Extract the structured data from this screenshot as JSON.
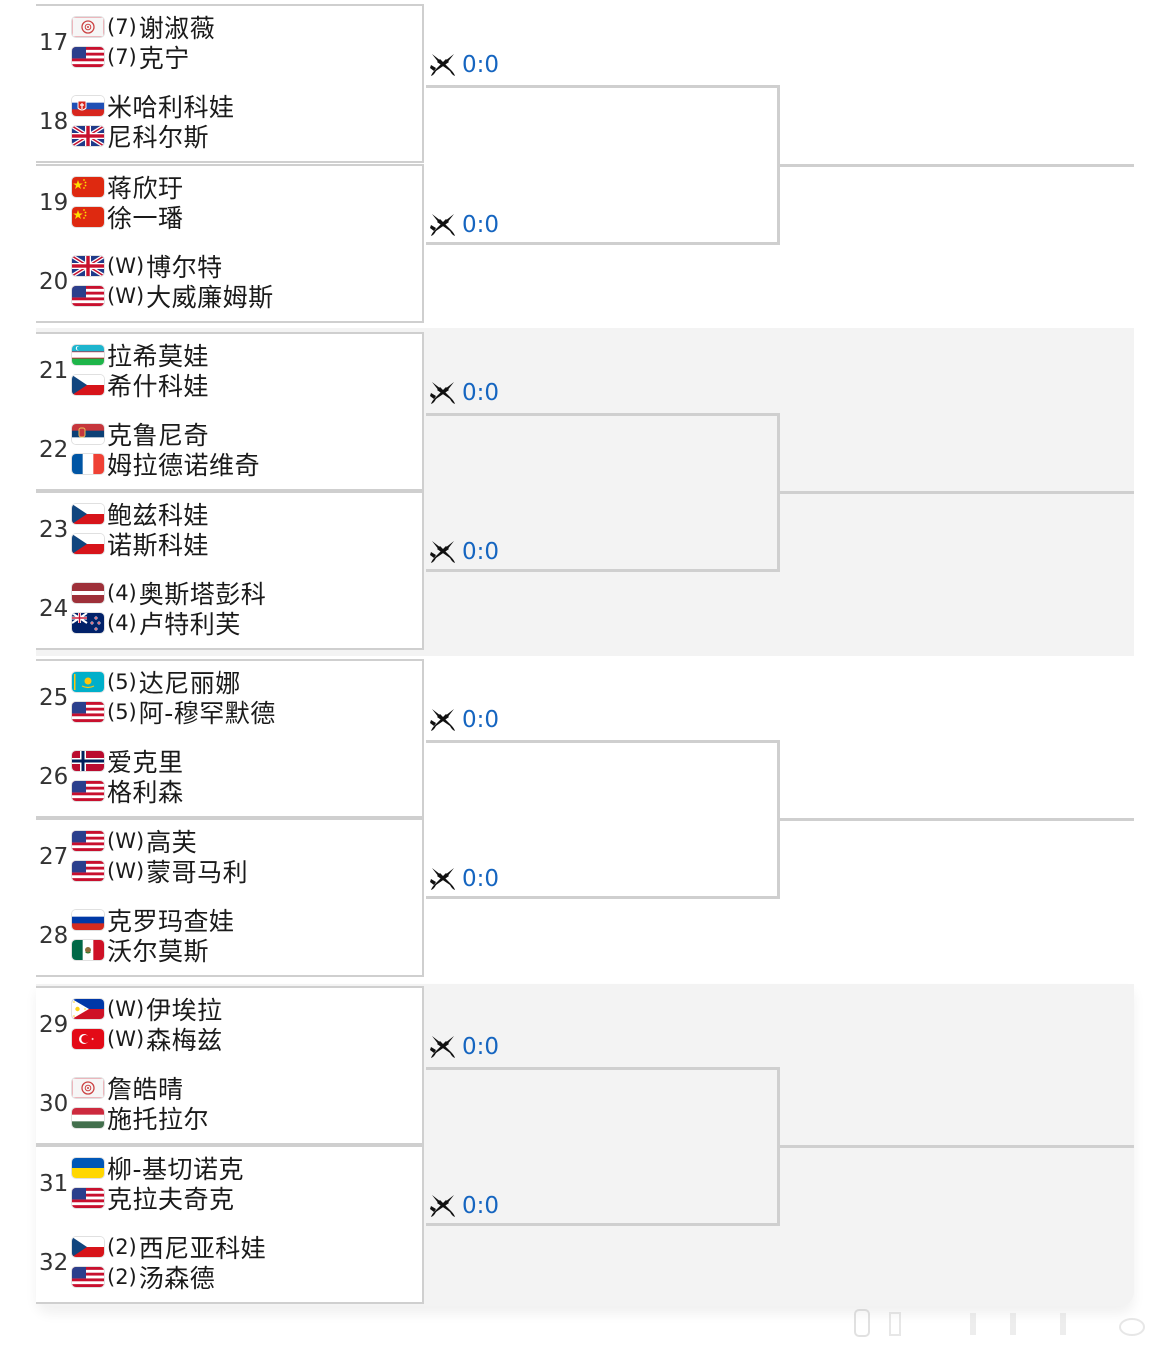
{
  "flag_colors": {
    "red": "#de2910",
    "white": "#ffffff",
    "blue": "#1a3b8b",
    "accent": "#1565c0"
  },
  "matches": [
    {
      "top": {
        "num": "17",
        "players": [
          {
            "flag": "tw",
            "seed": "(7)",
            "name": "谢淑薇"
          },
          {
            "flag": "us",
            "seed": "(7)",
            "name": "克宁"
          }
        ]
      },
      "bottom": {
        "num": "18",
        "players": [
          {
            "flag": "sk",
            "seed": "",
            "name": "米哈利科娃"
          },
          {
            "flag": "gb",
            "seed": "",
            "name": "尼科尔斯"
          }
        ]
      }
    },
    {
      "top": {
        "num": "19",
        "players": [
          {
            "flag": "cn",
            "seed": "",
            "name": "蒋欣玗"
          },
          {
            "flag": "cn",
            "seed": "",
            "name": "徐一璠"
          }
        ]
      },
      "bottom": {
        "num": "20",
        "players": [
          {
            "flag": "gb",
            "seed": "(W)",
            "name": "博尔特"
          },
          {
            "flag": "us",
            "seed": "(W)",
            "name": "大威廉姆斯"
          }
        ]
      }
    },
    {
      "top": {
        "num": "21",
        "players": [
          {
            "flag": "uz",
            "seed": "",
            "name": "拉希莫娃"
          },
          {
            "flag": "cz",
            "seed": "",
            "name": "希什科娃"
          }
        ]
      },
      "bottom": {
        "num": "22",
        "players": [
          {
            "flag": "rs",
            "seed": "",
            "name": "克鲁尼奇"
          },
          {
            "flag": "fr",
            "seed": "",
            "name": "姆拉德诺维奇"
          }
        ]
      }
    },
    {
      "top": {
        "num": "23",
        "players": [
          {
            "flag": "cz",
            "seed": "",
            "name": "鲍兹科娃"
          },
          {
            "flag": "cz",
            "seed": "",
            "name": "诺斯科娃"
          }
        ]
      },
      "bottom": {
        "num": "24",
        "players": [
          {
            "flag": "lv",
            "seed": "(4)",
            "name": "奥斯塔彭科"
          },
          {
            "flag": "nz",
            "seed": "(4)",
            "name": "卢特利芙"
          }
        ]
      }
    },
    {
      "top": {
        "num": "25",
        "players": [
          {
            "flag": "kz",
            "seed": "(5)",
            "name": "达尼丽娜"
          },
          {
            "flag": "us",
            "seed": "(5)",
            "name": "阿-穆罕默德"
          }
        ]
      },
      "bottom": {
        "num": "26",
        "players": [
          {
            "flag": "no",
            "seed": "",
            "name": "爱克里"
          },
          {
            "flag": "us",
            "seed": "",
            "name": "格利森"
          }
        ]
      }
    },
    {
      "top": {
        "num": "27",
        "players": [
          {
            "flag": "us",
            "seed": "(W)",
            "name": "高芙"
          },
          {
            "flag": "us",
            "seed": "(W)",
            "name": "蒙哥马利"
          }
        ]
      },
      "bottom": {
        "num": "28",
        "players": [
          {
            "flag": "ru",
            "seed": "",
            "name": "克罗玛查娃"
          },
          {
            "flag": "mx",
            "seed": "",
            "name": "沃尔莫斯"
          }
        ]
      }
    },
    {
      "top": {
        "num": "29",
        "players": [
          {
            "flag": "ph",
            "seed": "(W)",
            "name": "伊埃拉"
          },
          {
            "flag": "tr",
            "seed": "(W)",
            "name": "森梅兹"
          }
        ]
      },
      "bottom": {
        "num": "30",
        "players": [
          {
            "flag": "tw",
            "seed": "",
            "name": "詹皓晴"
          },
          {
            "flag": "hu",
            "seed": "",
            "name": "施托拉尔"
          }
        ]
      }
    },
    {
      "top": {
        "num": "31",
        "players": [
          {
            "flag": "ua",
            "seed": "",
            "name": "柳-基切诺克"
          },
          {
            "flag": "us",
            "seed": "",
            "name": "克拉夫奇克"
          }
        ]
      },
      "bottom": {
        "num": "32",
        "players": [
          {
            "flag": "cz",
            "seed": "(2)",
            "name": "西尼亚科娃"
          },
          {
            "flag": "us",
            "seed": "(2)",
            "name": "汤森德"
          }
        ]
      }
    }
  ],
  "scores": [
    "0:0",
    "0:0",
    "0:0",
    "0:0",
    "0:0",
    "0:0",
    "0:0",
    "0:0"
  ],
  "score_icon": "crossed-rackets-icon"
}
